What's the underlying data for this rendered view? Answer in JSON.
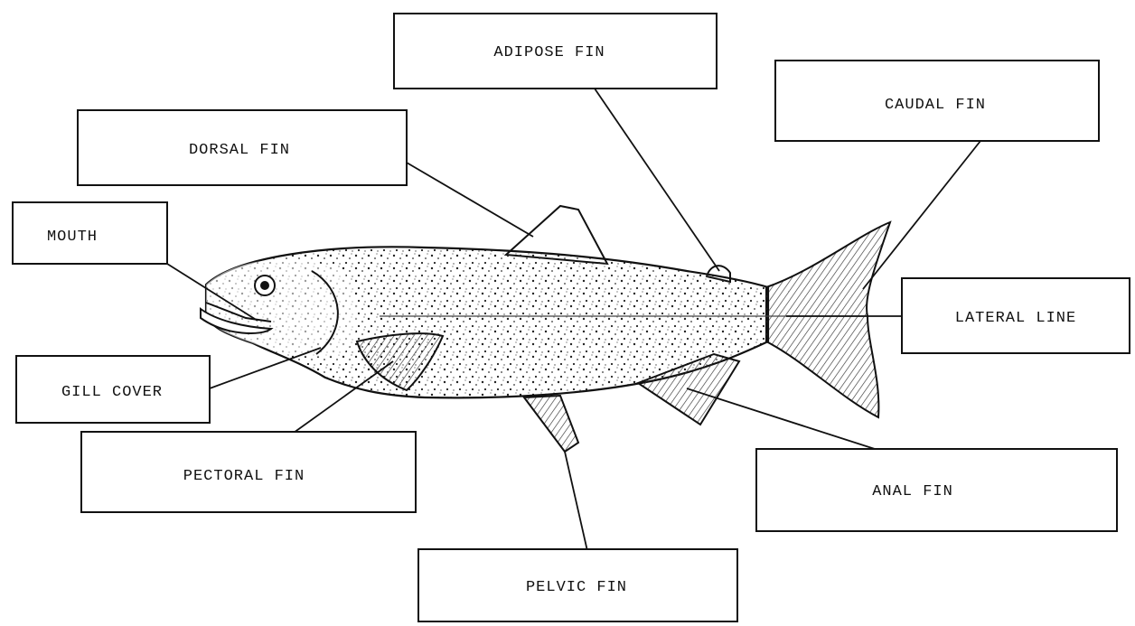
{
  "labels": {
    "adipose_fin": "ADIPOSE FIN",
    "caudal_fin": "CAUDAL FIN",
    "dorsal_fin": "DORSAL FIN",
    "mouth": "MOUTH",
    "lateral_line": "LATERAL LINE",
    "gill_cover": "GILL COVER",
    "pectoral_fin": "PECTORAL FIN",
    "anal_fin": "ANAL FIN",
    "pelvic_fin": "PELVIC FIN"
  }
}
